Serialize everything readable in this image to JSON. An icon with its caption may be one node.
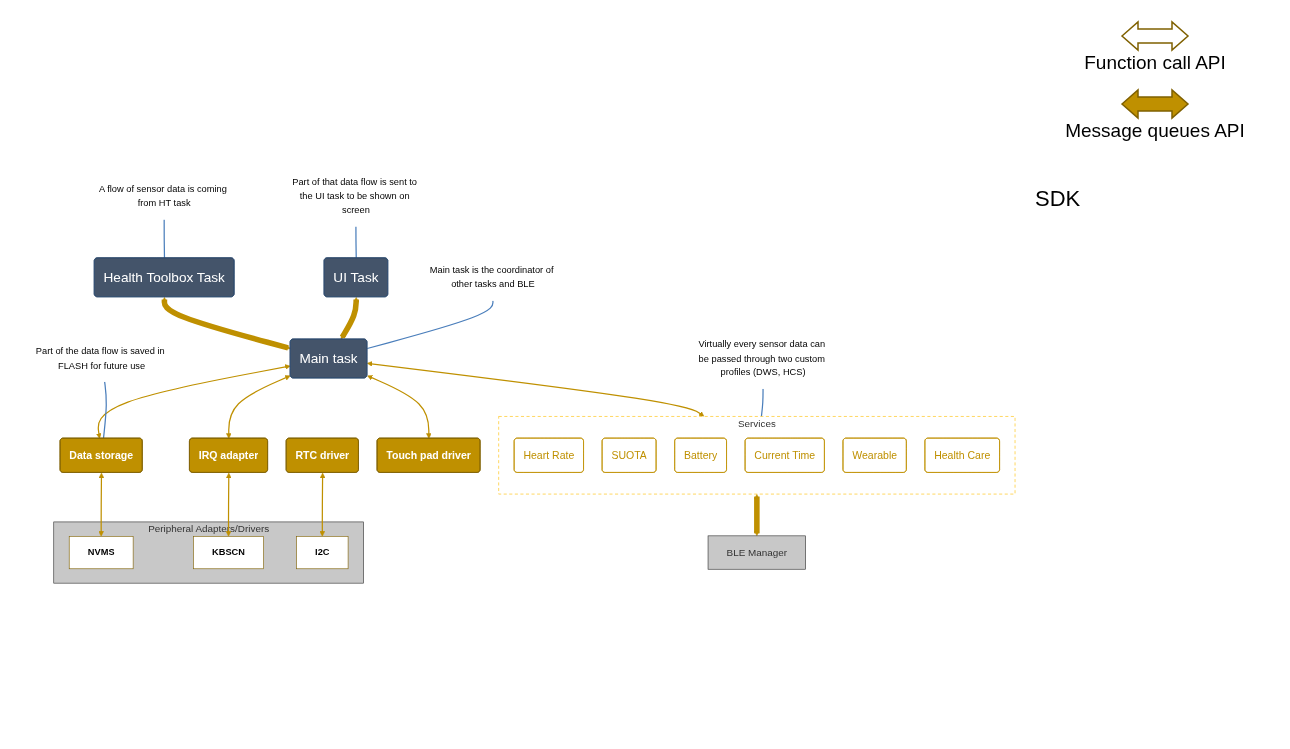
{
  "diagram": {
    "nodes": [
      {
        "text": [
          "Health Toolbox Task"
        ]
      },
      {
        "text": [
          "Main task"
        ]
      },
      {
        "text": [
          "UI Task"
        ]
      },
      {
        "text": [
          "Services"
        ]
      },
      {
        "text": [
          "Heart Rate"
        ],
        "in": 3
      },
      {
        "text": [
          "SUOTA"
        ],
        "in": 3
      },
      {
        "text": [
          "Battery"
        ],
        "in": 3
      },
      {
        "text": [
          "Current Time"
        ],
        "in": 3
      },
      {
        "text": [
          "Wearable"
        ],
        "in": 3
      },
      {
        "text": [
          "Health Care"
        ],
        "in": 3
      },
      {
        "text": [
          "Data storage"
        ]
      },
      {
        "text": [
          "IRQ adapter"
        ]
      },
      {
        "text": [
          "Touch pad driver"
        ]
      },
      {
        "text": [
          "RTC driver"
        ]
      },
      {
        "text": [
          "Peripheral Adapters/Drivers"
        ]
      },
      {
        "text": [
          "NVMS"
        ],
        "in": 14
      },
      {
        "text": [
          "KBSCN"
        ],
        "in": 14
      },
      {
        "text": [
          "I2C"
        ],
        "in": 14
      },
      {
        "text": [
          "BLE Manager"
        ]
      },
      {
        "text": [
          "A flow of sensor data is coming from HT task"
        ]
      },
      {
        "text": [
          "Main task is the coordinator of other tasks and BLE"
        ]
      },
      {
        "text": [
          "Part of that data flow is sent to the UI task to be shown on screen"
        ]
      },
      {
        "text": [
          "Virtually every sensor data can be passed through two custom profiles (DWS, HCS)"
        ]
      },
      {
        "text": [
          "Part of the data flow is saved in FLASH for future use"
        ]
      }
    ],
    "edges": [
      {
        "from": 0,
        "to": 1,
        "arrow": "both",
        "style": "thick"
      },
      {
        "from": 2,
        "to": 1,
        "arrow": "both",
        "style": "thick"
      },
      {
        "from": 1,
        "to": 3,
        "arrow": "both"
      },
      {
        "from": 1,
        "to": 10,
        "arrow": "both"
      },
      {
        "from": 1,
        "to": 11,
        "arrow": "both"
      },
      {
        "from": 1,
        "to": 12,
        "arrow": "both"
      },
      {
        "from": 10,
        "to": 15,
        "arrow": "both"
      },
      {
        "from": 11,
        "to": 16,
        "arrow": "both"
      },
      {
        "from": 13,
        "to": 17,
        "arrow": "both"
      },
      {
        "from": 3,
        "to": 18,
        "arrow": "both",
        "style": "thick"
      },
      {
        "from": 19,
        "to": 0,
        "arrow": "none",
        "color": "#4a7ebb"
      },
      {
        "from": 20,
        "to": 1,
        "arrow": "none",
        "color": "#4a7ebb"
      },
      {
        "from": 21,
        "to": 2,
        "arrow": "none",
        "color": "#4a7ebb"
      },
      {
        "from": 22,
        "to": 3,
        "arrow": "none",
        "color": "#4a7ebb"
      },
      {
        "from": 23,
        "to": 10,
        "arrow": "none",
        "color": "#4a7ebb"
      }
    ],
    "labels": [
      "SDK"
    ],
    "legend": [
      {
        "text": "Function call API"
      },
      {
        "text": "Message queues API"
      }
    ]
  }
}
